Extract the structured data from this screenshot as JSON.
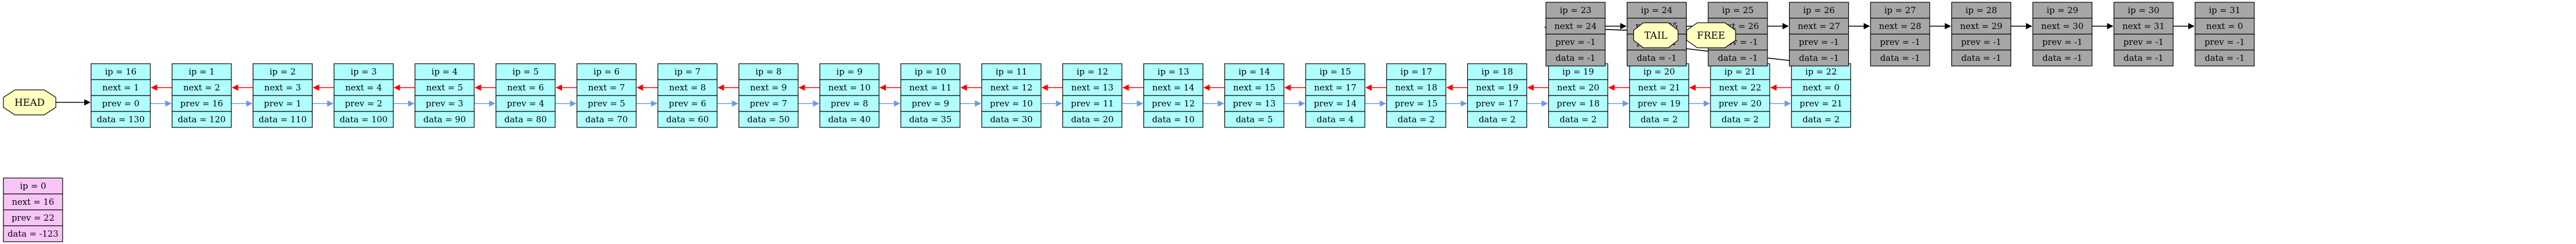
{
  "colors": {
    "active_node": "#b0ffff",
    "free_node": "#a6a6a6",
    "zero_node": "#f7c6f7",
    "marker": "#ffffc0",
    "next_edge": "#ff0000",
    "prev_edge": "#6a9be8",
    "pointer_edge": "#000000"
  },
  "markers": {
    "head": "HEAD",
    "tail": "TAIL",
    "free": "FREE"
  },
  "zero_node": {
    "fields": [
      "ip = 0",
      "next = 16",
      "prev = 22",
      "data = -123"
    ]
  },
  "active_nodes": [
    {
      "fields": [
        "ip = 16",
        "next = 1",
        "prev = 0",
        "data = 130"
      ]
    },
    {
      "fields": [
        "ip = 1",
        "next = 2",
        "prev = 16",
        "data = 120"
      ]
    },
    {
      "fields": [
        "ip = 2",
        "next = 3",
        "prev = 1",
        "data = 110"
      ]
    },
    {
      "fields": [
        "ip = 3",
        "next = 4",
        "prev = 2",
        "data = 100"
      ]
    },
    {
      "fields": [
        "ip = 4",
        "next = 5",
        "prev = 3",
        "data = 90"
      ]
    },
    {
      "fields": [
        "ip = 5",
        "next = 6",
        "prev = 4",
        "data = 80"
      ]
    },
    {
      "fields": [
        "ip = 6",
        "next = 7",
        "prev = 5",
        "data = 70"
      ]
    },
    {
      "fields": [
        "ip = 7",
        "next = 8",
        "prev = 6",
        "data = 60"
      ]
    },
    {
      "fields": [
        "ip = 8",
        "next = 9",
        "prev = 7",
        "data = 50"
      ]
    },
    {
      "fields": [
        "ip = 9",
        "next = 10",
        "prev = 8",
        "data = 40"
      ]
    },
    {
      "fields": [
        "ip = 10",
        "next = 11",
        "prev = 9",
        "data = 35"
      ]
    },
    {
      "fields": [
        "ip = 11",
        "next = 12",
        "prev = 10",
        "data = 30"
      ]
    },
    {
      "fields": [
        "ip = 12",
        "next = 13",
        "prev = 11",
        "data = 20"
      ]
    },
    {
      "fields": [
        "ip = 13",
        "next = 14",
        "prev = 12",
        "data = 10"
      ]
    },
    {
      "fields": [
        "ip = 14",
        "next = 15",
        "prev = 13",
        "data = 5"
      ]
    },
    {
      "fields": [
        "ip = 15",
        "next = 17",
        "prev = 14",
        "data = 4"
      ]
    },
    {
      "fields": [
        "ip = 17",
        "next = 18",
        "prev = 15",
        "data = 2"
      ]
    },
    {
      "fields": [
        "ip = 18",
        "next = 19",
        "prev = 17",
        "data = 2"
      ]
    },
    {
      "fields": [
        "ip = 19",
        "next = 20",
        "prev = 18",
        "data = 2"
      ]
    },
    {
      "fields": [
        "ip = 20",
        "next = 21",
        "prev = 19",
        "data = 2"
      ]
    },
    {
      "fields": [
        "ip = 21",
        "next = 22",
        "prev = 20",
        "data = 2"
      ]
    },
    {
      "fields": [
        "ip = 22",
        "next = 0",
        "prev = 21",
        "data = 2"
      ]
    }
  ],
  "free_nodes": [
    {
      "fields": [
        "ip = 23",
        "next = 24",
        "prev = -1",
        "data = -1"
      ]
    },
    {
      "fields": [
        "ip = 24",
        "next = 25",
        "prev = -1",
        "data = -1"
      ]
    },
    {
      "fields": [
        "ip = 25",
        "next = 26",
        "prev = -1",
        "data = -1"
      ]
    },
    {
      "fields": [
        "ip = 26",
        "next = 27",
        "prev = -1",
        "data = -1"
      ]
    },
    {
      "fields": [
        "ip = 27",
        "next = 28",
        "prev = -1",
        "data = -1"
      ]
    },
    {
      "fields": [
        "ip = 28",
        "next = 29",
        "prev = -1",
        "data = -1"
      ]
    },
    {
      "fields": [
        "ip = 29",
        "next = 30",
        "prev = -1",
        "data = -1"
      ]
    },
    {
      "fields": [
        "ip = 30",
        "next = 31",
        "prev = -1",
        "data = -1"
      ]
    },
    {
      "fields": [
        "ip = 31",
        "next = 0",
        "prev = -1",
        "data = -1"
      ]
    }
  ]
}
